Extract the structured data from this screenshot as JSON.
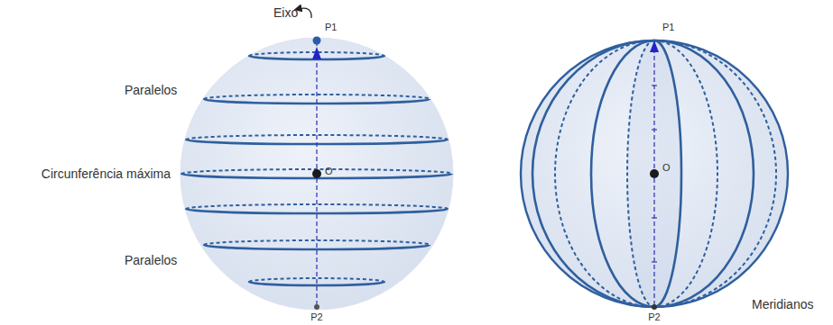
{
  "diagram": {
    "labels": [
      "Eixo",
      "P1",
      "Paralelos",
      "Circunferência máxima",
      "O",
      "Paralelos",
      "P2",
      "P1",
      "O",
      "P2",
      "Meridianos"
    ]
  }
}
